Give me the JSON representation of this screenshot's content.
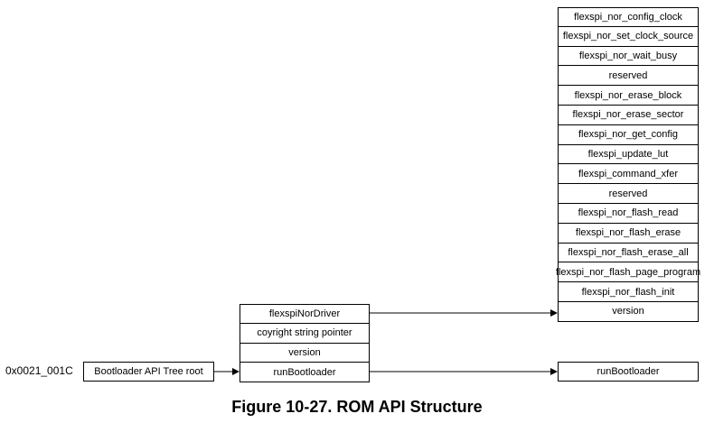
{
  "root": {
    "address": "0x0021_001C",
    "label": "Bootloader API Tree root"
  },
  "api_tree": {
    "rows": [
      "flexspiNorDriver",
      "coyright string pointer",
      "version",
      "runBootloader"
    ]
  },
  "flexspi_driver": {
    "rows": [
      "flexspi_nor_config_clock",
      "flexspi_nor_set_clock_source",
      "flexspi_nor_wait_busy",
      "reserved",
      "flexspi_nor_erase_block",
      "flexspi_nor_erase_sector",
      "flexspi_nor_get_config",
      "flexspi_update_lut",
      "flexspi_command_xfer",
      "reserved",
      "flexspi_nor_flash_read",
      "flexspi_nor_flash_erase",
      "flexspi_nor_flash_erase_all",
      "flexspi_nor_flash_page_program",
      "flexspi_nor_flash_init",
      "version"
    ]
  },
  "run_bootloader_target": {
    "label": "runBootloader"
  },
  "caption": "Figure 10-27. ROM API Structure"
}
